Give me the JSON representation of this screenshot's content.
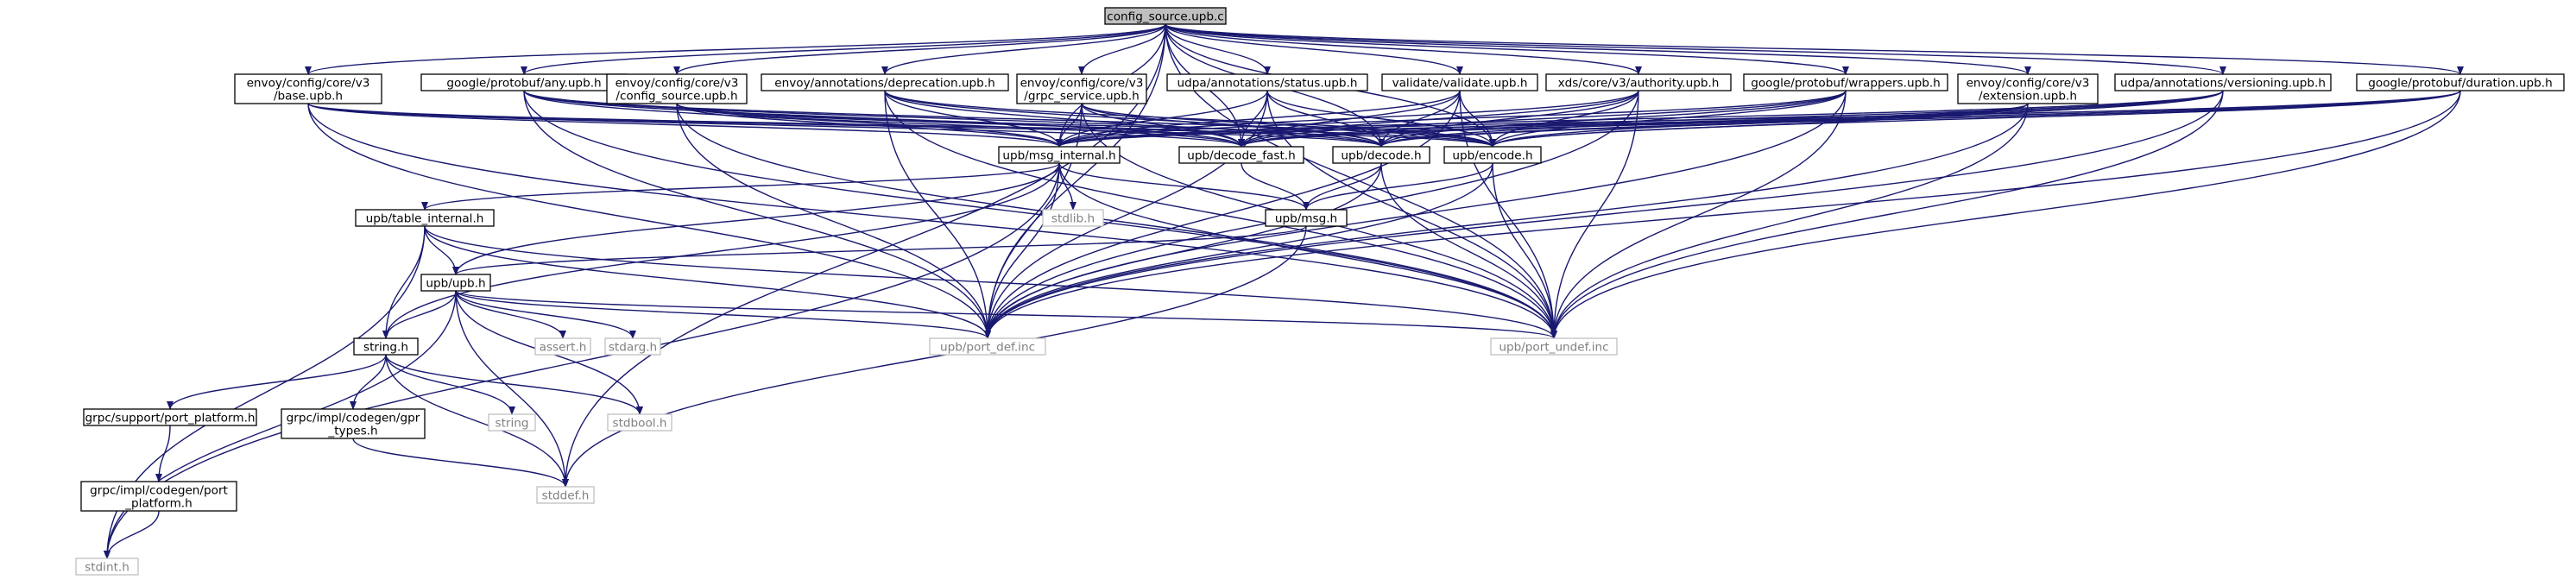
{
  "colors": {
    "edge": "#191970",
    "root_fill": "#bfbfbf",
    "node_border": "#000000",
    "system_border": "#bfbfbf",
    "system_text": "#808080",
    "text": "#000000"
  },
  "nodes": [
    {
      "id": "root",
      "lines": [
        "config_source.upb.c"
      ],
      "kind": "root"
    },
    {
      "id": "base",
      "lines": [
        "envoy/config/core/v3",
        "/base.upb.h"
      ],
      "kind": "file"
    },
    {
      "id": "any",
      "lines": [
        "google/protobuf/any.upb.h"
      ],
      "kind": "file"
    },
    {
      "id": "cfgsrc",
      "lines": [
        "envoy/config/core/v3",
        "/config_source.upb.h"
      ],
      "kind": "file"
    },
    {
      "id": "deprec",
      "lines": [
        "envoy/annotations/deprecation.upb.h"
      ],
      "kind": "file"
    },
    {
      "id": "grpc",
      "lines": [
        "envoy/config/core/v3",
        "/grpc_service.upb.h"
      ],
      "kind": "file"
    },
    {
      "id": "status",
      "lines": [
        "udpa/annotations/status.upb.h"
      ],
      "kind": "file"
    },
    {
      "id": "validate",
      "lines": [
        "validate/validate.upb.h"
      ],
      "kind": "file"
    },
    {
      "id": "authority",
      "lines": [
        "xds/core/v3/authority.upb.h"
      ],
      "kind": "file"
    },
    {
      "id": "wrappers",
      "lines": [
        "google/protobuf/wrappers.upb.h"
      ],
      "kind": "file"
    },
    {
      "id": "ext",
      "lines": [
        "envoy/config/core/v3",
        "/extension.upb.h"
      ],
      "kind": "file"
    },
    {
      "id": "versioning",
      "lines": [
        "udpa/annotations/versioning.upb.h"
      ],
      "kind": "file"
    },
    {
      "id": "duration",
      "lines": [
        "google/protobuf/duration.upb.h"
      ],
      "kind": "file"
    },
    {
      "id": "msginternal",
      "lines": [
        "upb/msg_internal.h"
      ],
      "kind": "file"
    },
    {
      "id": "decodefast",
      "lines": [
        "upb/decode_fast.h"
      ],
      "kind": "file"
    },
    {
      "id": "decode",
      "lines": [
        "upb/decode.h"
      ],
      "kind": "file"
    },
    {
      "id": "encode",
      "lines": [
        "upb/encode.h"
      ],
      "kind": "file"
    },
    {
      "id": "tableint",
      "lines": [
        "upb/table_internal.h"
      ],
      "kind": "file"
    },
    {
      "id": "stdlib",
      "lines": [
        "stdlib.h"
      ],
      "kind": "system"
    },
    {
      "id": "msg",
      "lines": [
        "upb/msg.h"
      ],
      "kind": "file"
    },
    {
      "id": "upb",
      "lines": [
        "upb/upb.h"
      ],
      "kind": "file"
    },
    {
      "id": "stringh",
      "lines": [
        "string.h"
      ],
      "kind": "file"
    },
    {
      "id": "assert",
      "lines": [
        "assert.h"
      ],
      "kind": "system"
    },
    {
      "id": "stdarg",
      "lines": [
        "stdarg.h"
      ],
      "kind": "system"
    },
    {
      "id": "portdef",
      "lines": [
        "upb/port_def.inc"
      ],
      "kind": "system"
    },
    {
      "id": "portundef",
      "lines": [
        "upb/port_undef.inc"
      ],
      "kind": "system"
    },
    {
      "id": "string",
      "lines": [
        "string"
      ],
      "kind": "system"
    },
    {
      "id": "stdbool",
      "lines": [
        "stdbool.h"
      ],
      "kind": "system"
    },
    {
      "id": "portplat",
      "lines": [
        "grpc/support/port_platform.h"
      ],
      "kind": "file"
    },
    {
      "id": "gprtypes",
      "lines": [
        "grpc/impl/codegen/gpr",
        "_types.h"
      ],
      "kind": "file"
    },
    {
      "id": "stddef",
      "lines": [
        "stddef.h"
      ],
      "kind": "system"
    },
    {
      "id": "codegenplat",
      "lines": [
        "grpc/impl/codegen/port",
        "_platform.h"
      ],
      "kind": "file"
    },
    {
      "id": "stdint",
      "lines": [
        "stdint.h"
      ],
      "kind": "system"
    }
  ],
  "edges": [
    [
      "root",
      "base"
    ],
    [
      "root",
      "any"
    ],
    [
      "root",
      "cfgsrc"
    ],
    [
      "root",
      "deprec"
    ],
    [
      "root",
      "grpc"
    ],
    [
      "root",
      "status"
    ],
    [
      "root",
      "validate"
    ],
    [
      "root",
      "authority"
    ],
    [
      "root",
      "wrappers"
    ],
    [
      "root",
      "ext"
    ],
    [
      "root",
      "versioning"
    ],
    [
      "root",
      "duration"
    ],
    [
      "root",
      "msginternal"
    ],
    [
      "root",
      "decodefast"
    ],
    [
      "root",
      "decode"
    ],
    [
      "root",
      "encode"
    ],
    [
      "root",
      "portdef"
    ],
    [
      "root",
      "portundef"
    ],
    [
      "root",
      "stddef"
    ],
    [
      "base",
      "msginternal"
    ],
    [
      "base",
      "decodefast"
    ],
    [
      "base",
      "decode"
    ],
    [
      "base",
      "encode"
    ],
    [
      "base",
      "portdef"
    ],
    [
      "base",
      "portundef"
    ],
    [
      "any",
      "msginternal"
    ],
    [
      "any",
      "decodefast"
    ],
    [
      "any",
      "decode"
    ],
    [
      "any",
      "encode"
    ],
    [
      "any",
      "portdef"
    ],
    [
      "any",
      "portundef"
    ],
    [
      "cfgsrc",
      "msginternal"
    ],
    [
      "cfgsrc",
      "decodefast"
    ],
    [
      "cfgsrc",
      "decode"
    ],
    [
      "cfgsrc",
      "encode"
    ],
    [
      "cfgsrc",
      "portdef"
    ],
    [
      "cfgsrc",
      "portundef"
    ],
    [
      "deprec",
      "msginternal"
    ],
    [
      "deprec",
      "decodefast"
    ],
    [
      "deprec",
      "decode"
    ],
    [
      "deprec",
      "encode"
    ],
    [
      "deprec",
      "portdef"
    ],
    [
      "deprec",
      "portundef"
    ],
    [
      "grpc",
      "msginternal"
    ],
    [
      "grpc",
      "decodefast"
    ],
    [
      "grpc",
      "decode"
    ],
    [
      "grpc",
      "encode"
    ],
    [
      "grpc",
      "portdef"
    ],
    [
      "grpc",
      "portundef"
    ],
    [
      "status",
      "msginternal"
    ],
    [
      "status",
      "decodefast"
    ],
    [
      "status",
      "decode"
    ],
    [
      "status",
      "encode"
    ],
    [
      "status",
      "portdef"
    ],
    [
      "status",
      "portundef"
    ],
    [
      "validate",
      "msginternal"
    ],
    [
      "validate",
      "decodefast"
    ],
    [
      "validate",
      "decode"
    ],
    [
      "validate",
      "encode"
    ],
    [
      "validate",
      "portdef"
    ],
    [
      "validate",
      "portundef"
    ],
    [
      "authority",
      "msginternal"
    ],
    [
      "authority",
      "decodefast"
    ],
    [
      "authority",
      "decode"
    ],
    [
      "authority",
      "encode"
    ],
    [
      "authority",
      "portdef"
    ],
    [
      "authority",
      "portundef"
    ],
    [
      "wrappers",
      "msginternal"
    ],
    [
      "wrappers",
      "decodefast"
    ],
    [
      "wrappers",
      "decode"
    ],
    [
      "wrappers",
      "encode"
    ],
    [
      "wrappers",
      "portdef"
    ],
    [
      "wrappers",
      "portundef"
    ],
    [
      "ext",
      "msginternal"
    ],
    [
      "ext",
      "decodefast"
    ],
    [
      "ext",
      "decode"
    ],
    [
      "ext",
      "encode"
    ],
    [
      "ext",
      "portdef"
    ],
    [
      "ext",
      "portundef"
    ],
    [
      "versioning",
      "msginternal"
    ],
    [
      "versioning",
      "decodefast"
    ],
    [
      "versioning",
      "decode"
    ],
    [
      "versioning",
      "encode"
    ],
    [
      "versioning",
      "portdef"
    ],
    [
      "versioning",
      "portundef"
    ],
    [
      "duration",
      "msginternal"
    ],
    [
      "duration",
      "decodefast"
    ],
    [
      "duration",
      "decode"
    ],
    [
      "duration",
      "encode"
    ],
    [
      "duration",
      "portdef"
    ],
    [
      "duration",
      "portundef"
    ],
    [
      "msginternal",
      "tableint"
    ],
    [
      "msginternal",
      "stdlib"
    ],
    [
      "msginternal",
      "msg"
    ],
    [
      "msginternal",
      "upb"
    ],
    [
      "msginternal",
      "stringh"
    ],
    [
      "msginternal",
      "portdef"
    ],
    [
      "msginternal",
      "portundef"
    ],
    [
      "msginternal",
      "stdint"
    ],
    [
      "decodefast",
      "msg"
    ],
    [
      "decode",
      "msg"
    ],
    [
      "decode",
      "portdef"
    ],
    [
      "decode",
      "portundef"
    ],
    [
      "encode",
      "msg"
    ],
    [
      "encode",
      "portdef"
    ],
    [
      "encode",
      "portundef"
    ],
    [
      "msg",
      "upb"
    ],
    [
      "msg",
      "stddef"
    ],
    [
      "tableint",
      "upb"
    ],
    [
      "tableint",
      "stringh"
    ],
    [
      "tableint",
      "portdef"
    ],
    [
      "tableint",
      "portundef"
    ],
    [
      "tableint",
      "stdint"
    ],
    [
      "upb",
      "stringh"
    ],
    [
      "upb",
      "assert"
    ],
    [
      "upb",
      "stdarg"
    ],
    [
      "upb",
      "stdbool"
    ],
    [
      "upb",
      "stddef"
    ],
    [
      "upb",
      "portdef"
    ],
    [
      "upb",
      "portundef"
    ],
    [
      "upb",
      "stdint"
    ],
    [
      "stringh",
      "string"
    ],
    [
      "stringh",
      "stdbool"
    ],
    [
      "stringh",
      "stddef"
    ],
    [
      "stringh",
      "portplat"
    ],
    [
      "stringh",
      "gprtypes"
    ],
    [
      "portplat",
      "codegenplat"
    ],
    [
      "gprtypes",
      "stddef"
    ],
    [
      "codegenplat",
      "stdint"
    ]
  ]
}
